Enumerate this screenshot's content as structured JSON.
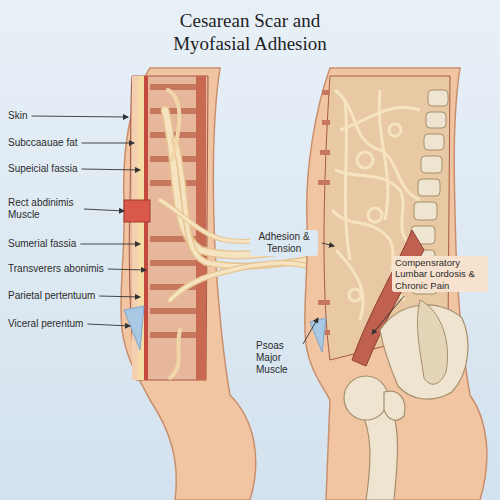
{
  "diagram": {
    "title": "Cesarean Scar and Myofasial Adhesion",
    "labels": [
      "Skin",
      "Subccaauae fat",
      "Supeicial fassia",
      "Rect abdinimis Muscle",
      "Sumerial fassia",
      "Transverers abonimis",
      "Parietal pertentuum",
      "Viceral perentum",
      "Adhesion & Tension",
      "Psoas Major Muscle",
      "Compensratory Lumbar Lordosis & Chronic Pain"
    ]
  }
}
